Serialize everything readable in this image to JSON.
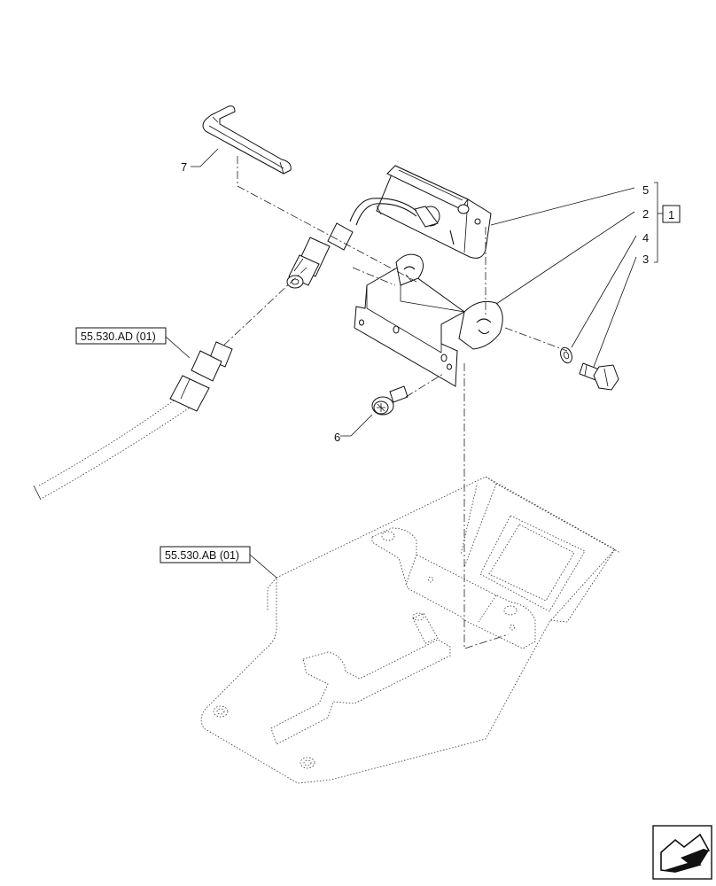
{
  "references": {
    "harness_ref": "55.530.AD (01)",
    "bracket_ref": "55.530.AB (01)"
  },
  "callouts": {
    "item_1": "1",
    "item_2": "2",
    "item_3": "3",
    "item_4": "4",
    "item_5": "5",
    "item_6": "6",
    "item_7": "7"
  },
  "icons": {
    "navigation": "next-page-arrow-icon"
  }
}
